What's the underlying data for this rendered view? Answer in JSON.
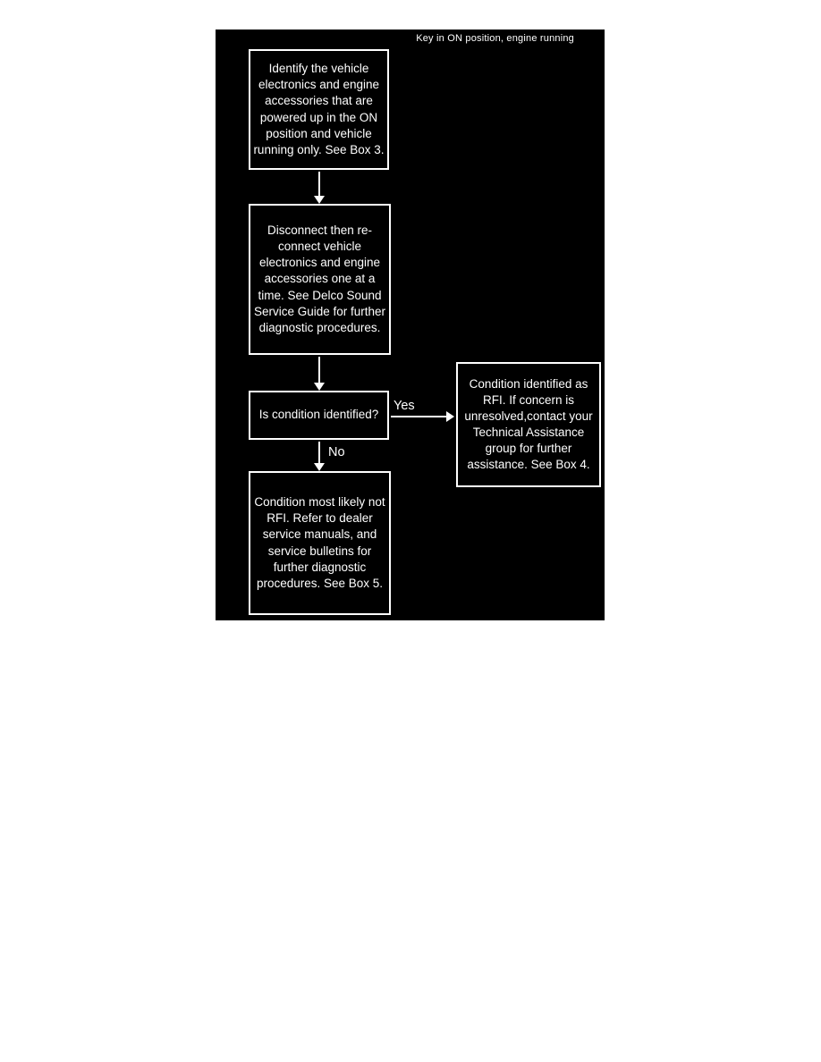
{
  "page": {
    "background_color": "#ffffff",
    "diagram_background_color": "#000000",
    "line_color": "#ffffff",
    "text_color": "#ffffff"
  },
  "flowchart": {
    "header_note": "Key in ON position, engine running",
    "boxes": [
      {
        "id": "box-1",
        "text": "Identify the vehicle electronics and engine accessories that are powered up in the ON position and vehicle running only.  See Box 3."
      },
      {
        "id": "box-2",
        "text": "Disconnect then re-connect vehicle electronics and engine accessories one at a time.  See Delco Sound Service Guide for further diagnostic procedures."
      },
      {
        "id": "box-3",
        "text": "Is condition identified?"
      },
      {
        "id": "box-4",
        "text": "Condition identified as RFI.  If concern is unresolved,contact your Technical Assistance group for further assistance. See Box 4."
      },
      {
        "id": "box-5",
        "text": "Condition most likely not RFI.  Refer to dealer service manuals, and service bulletins for further diagnostic procedures.  See Box 5."
      }
    ],
    "labels": {
      "yes": "Yes",
      "no": "No"
    }
  }
}
